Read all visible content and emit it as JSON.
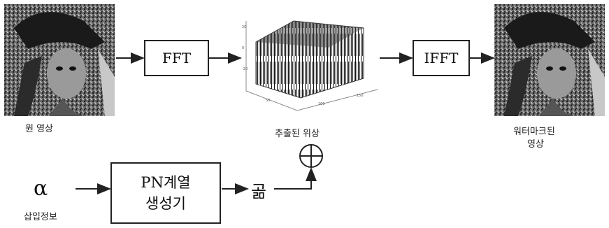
{
  "diagram": {
    "blocks": {
      "fft": "FFT",
      "ifft": "IFFT",
      "pn_line1": "PN계열",
      "pn_line2": "생성기"
    },
    "labels": {
      "original_image": "원 영상",
      "extracted_phase": "추출된 위상",
      "watermarked_line1": "워터마크된",
      "watermarked_line2": "영상",
      "insert_info": "삽입정보",
      "alpha": "α",
      "product_symbol": "곪"
    },
    "icons": {
      "sum": "circled-plus-icon",
      "image": "portrait-photo",
      "plot": "3d-phase-surface-plot"
    },
    "colors": {
      "line": "#222222",
      "box_border": "#222222"
    }
  }
}
